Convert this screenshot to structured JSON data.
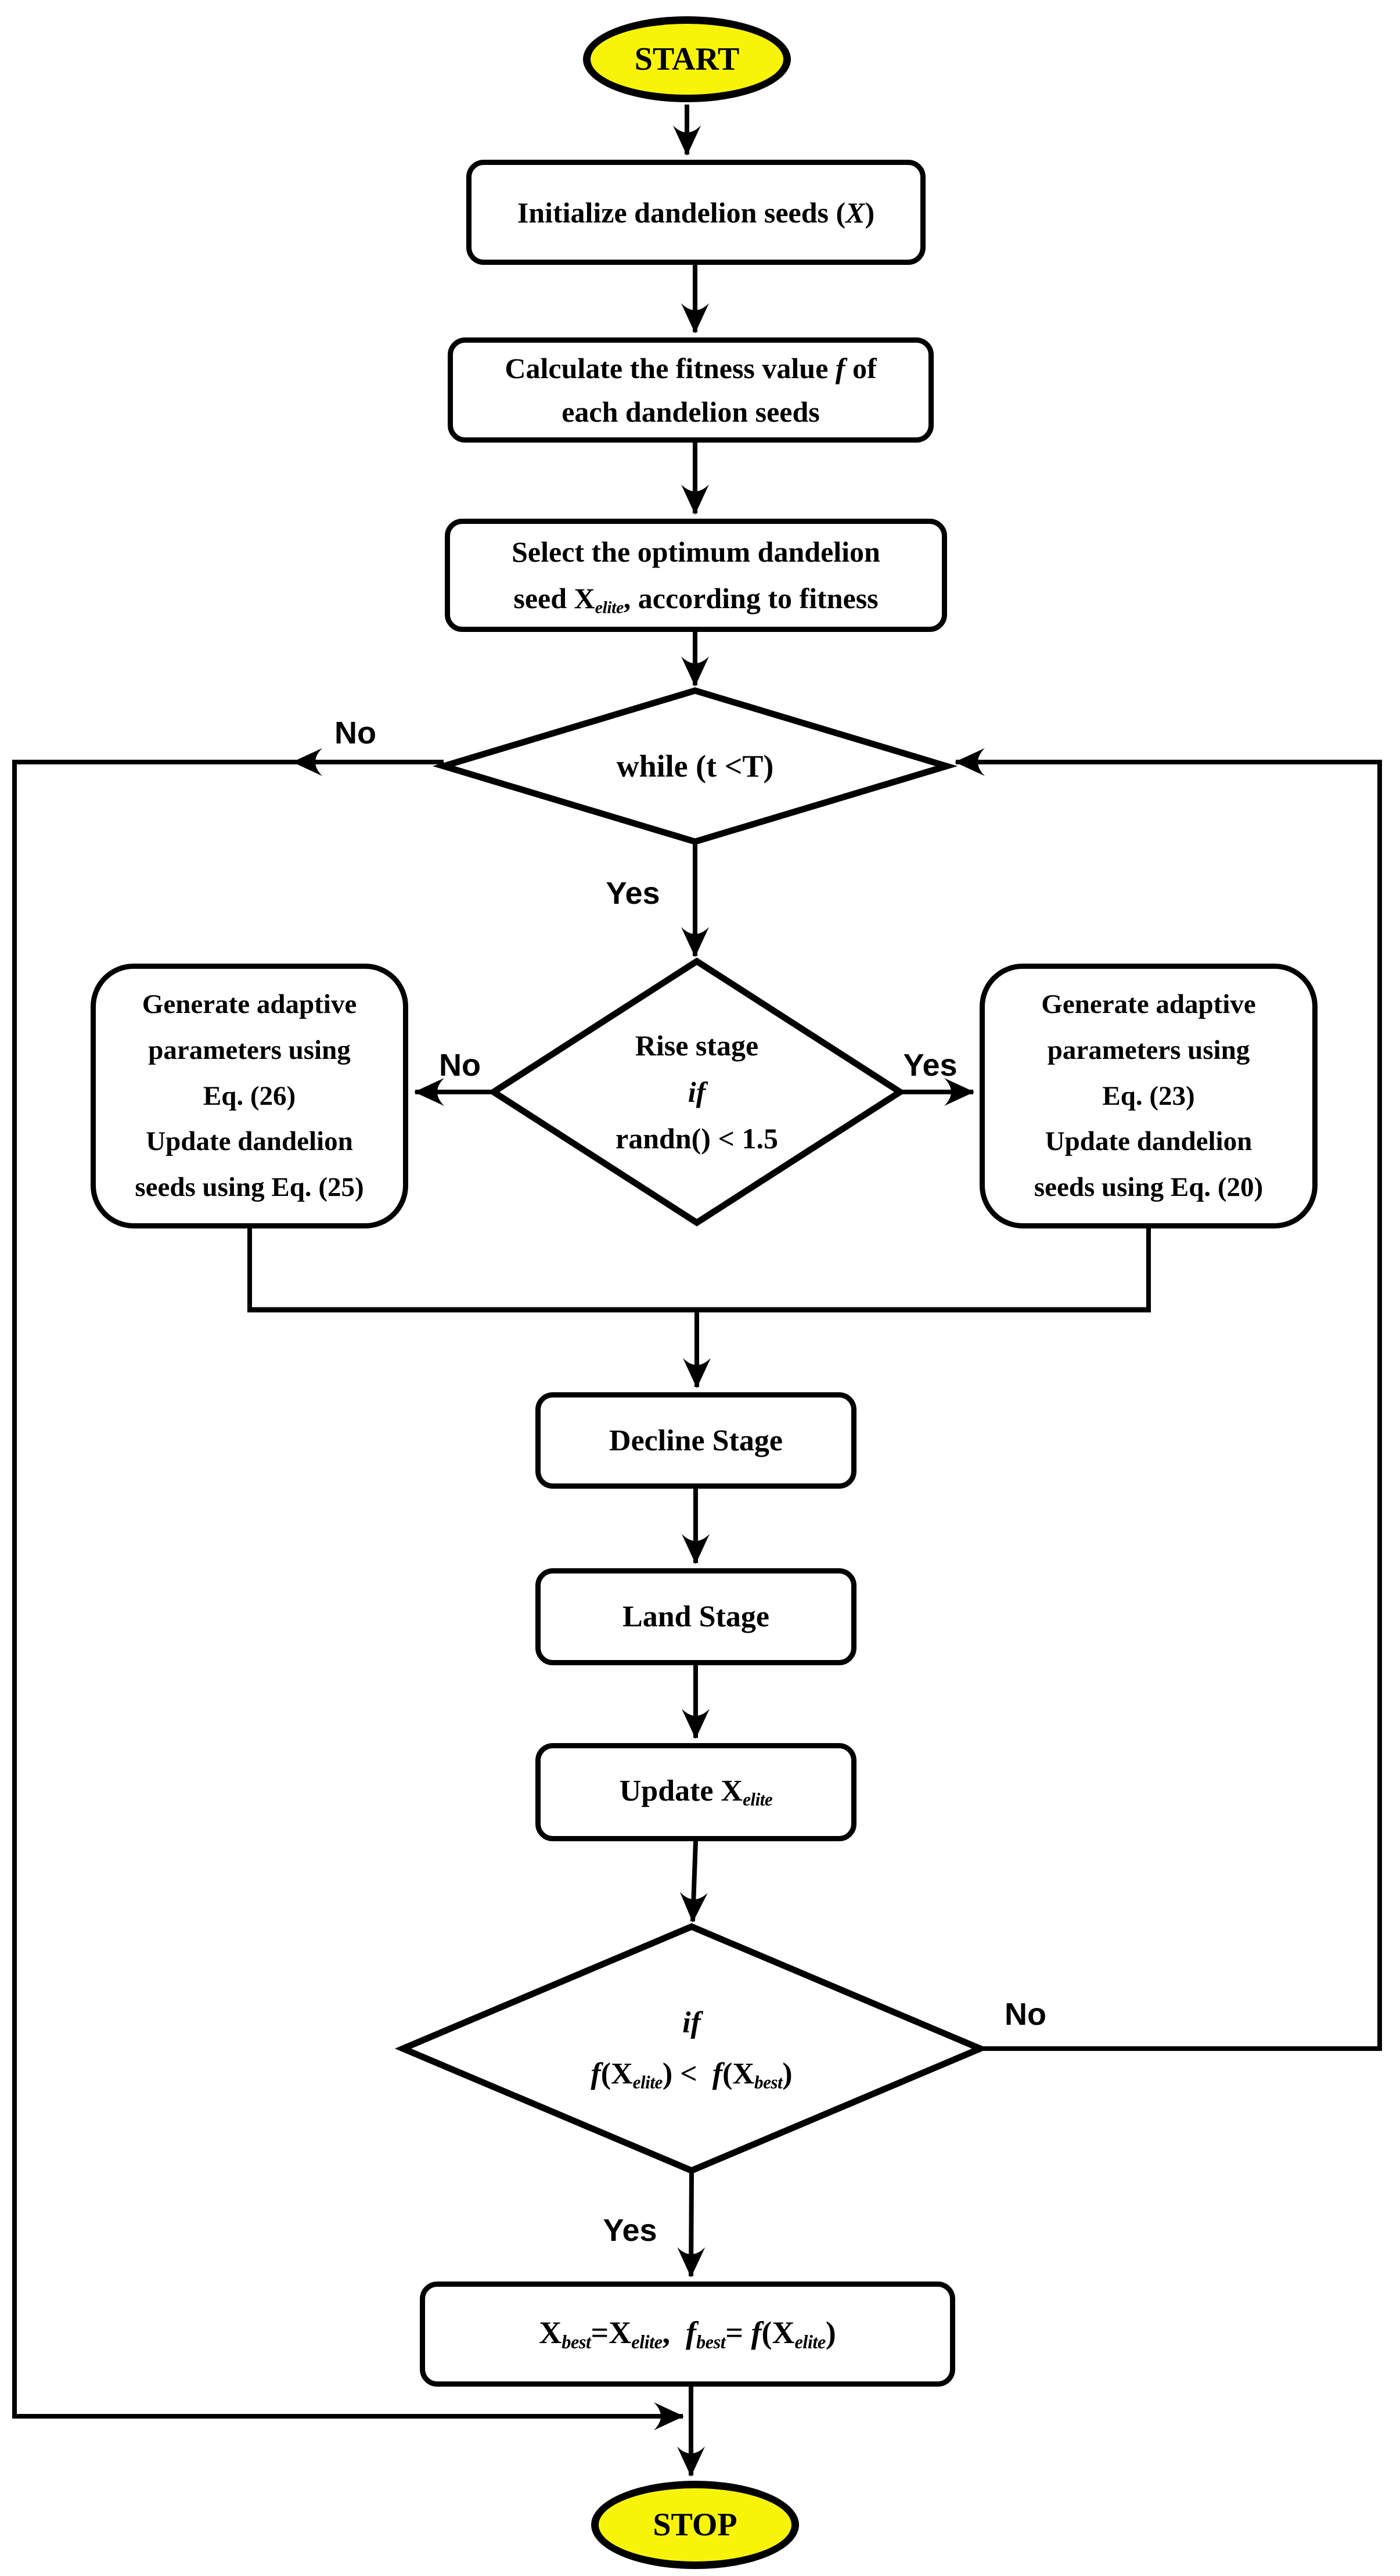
{
  "diagram": {
    "title": "Dandelion optimizer flowchart",
    "ink_color": "#000000",
    "terminal_fill": "#f7f40a",
    "nodes": {
      "start": {
        "type": "terminal",
        "label": [
          [
            {
              "t": "START"
            }
          ]
        ]
      },
      "init": {
        "type": "process",
        "label": [
          [
            {
              "t": "Initialize dandelion seeds ("
            },
            {
              "t": "X",
              "i": true
            },
            {
              "t": ")"
            }
          ]
        ]
      },
      "fitness": {
        "type": "process",
        "label": [
          [
            {
              "t": "Calculate the fitness value "
            },
            {
              "t": "f",
              "i": true
            },
            {
              "t": " of"
            }
          ],
          [
            {
              "t": "each dandelion seeds"
            }
          ]
        ]
      },
      "select": {
        "type": "process",
        "label": [
          [
            {
              "t": "Select the optimum dandelion"
            }
          ],
          [
            {
              "t": "seed "
            },
            {
              "t": "X"
            },
            {
              "t": "elite",
              "sub": true
            },
            {
              "t": ", according to fitness"
            }
          ]
        ]
      },
      "while": {
        "type": "decision",
        "label": [
          [
            {
              "t": "while (t <T)"
            }
          ]
        ]
      },
      "rise": {
        "type": "decision",
        "label": [
          [
            {
              "t": "Rise stage"
            }
          ],
          [
            {
              "t": "if",
              "i": true
            }
          ],
          [
            {
              "t": "randn() < 1.5"
            }
          ]
        ]
      },
      "left_branch": {
        "type": "process",
        "label": [
          [
            {
              "t": "Generate adaptive"
            }
          ],
          [
            {
              "t": "parameters using"
            }
          ],
          [
            {
              "t": "Eq. (26)"
            }
          ],
          [
            {
              "t": "Update dandelion"
            }
          ],
          [
            {
              "t": "seeds using Eq. (25)"
            }
          ]
        ]
      },
      "right_branch": {
        "type": "process",
        "label": [
          [
            {
              "t": "Generate adaptive"
            }
          ],
          [
            {
              "t": "parameters using"
            }
          ],
          [
            {
              "t": "Eq. (23)"
            }
          ],
          [
            {
              "t": "Update dandelion"
            }
          ],
          [
            {
              "t": "seeds using Eq. (20)"
            }
          ]
        ]
      },
      "decline": {
        "type": "process",
        "label": [
          [
            {
              "t": "Decline Stage"
            }
          ]
        ]
      },
      "land": {
        "type": "process",
        "label": [
          [
            {
              "t": "Land Stage"
            }
          ]
        ]
      },
      "update": {
        "type": "process",
        "label": [
          [
            {
              "t": "Update "
            },
            {
              "t": "X"
            },
            {
              "t": "elite",
              "sub": true
            }
          ]
        ]
      },
      "compare": {
        "type": "decision",
        "label": [
          [
            {
              "t": "if",
              "i": true
            }
          ],
          [
            {
              "t": "f",
              "i": true
            },
            {
              "t": "("
            },
            {
              "t": "X"
            },
            {
              "t": "elite",
              "sub": true
            },
            {
              "t": ") <  "
            },
            {
              "t": "f",
              "i": true
            },
            {
              "t": "("
            },
            {
              "t": "X"
            },
            {
              "t": "best",
              "sub": true
            },
            {
              "t": ")"
            }
          ]
        ]
      },
      "assign": {
        "type": "process",
        "label": [
          [
            {
              "t": "X"
            },
            {
              "t": "best",
              "sub": true
            },
            {
              "t": "="
            },
            {
              "t": "X"
            },
            {
              "t": "elite",
              "sub": true
            },
            {
              "t": ",  "
            },
            {
              "t": "f",
              "i": true
            },
            {
              "t": "best",
              "sub": true
            },
            {
              "t": "= "
            },
            {
              "t": "f",
              "i": true
            },
            {
              "t": "("
            },
            {
              "t": "X"
            },
            {
              "t": "elite",
              "sub": true
            },
            {
              "t": ")"
            }
          ]
        ]
      },
      "stop": {
        "type": "terminal",
        "label": [
          [
            {
              "t": "STOP"
            }
          ]
        ]
      }
    },
    "edge_labels": {
      "while_no": "No",
      "while_yes": "Yes",
      "rise_no": "No",
      "rise_yes": "Yes",
      "compare_no": "No",
      "compare_yes": "Yes"
    }
  }
}
